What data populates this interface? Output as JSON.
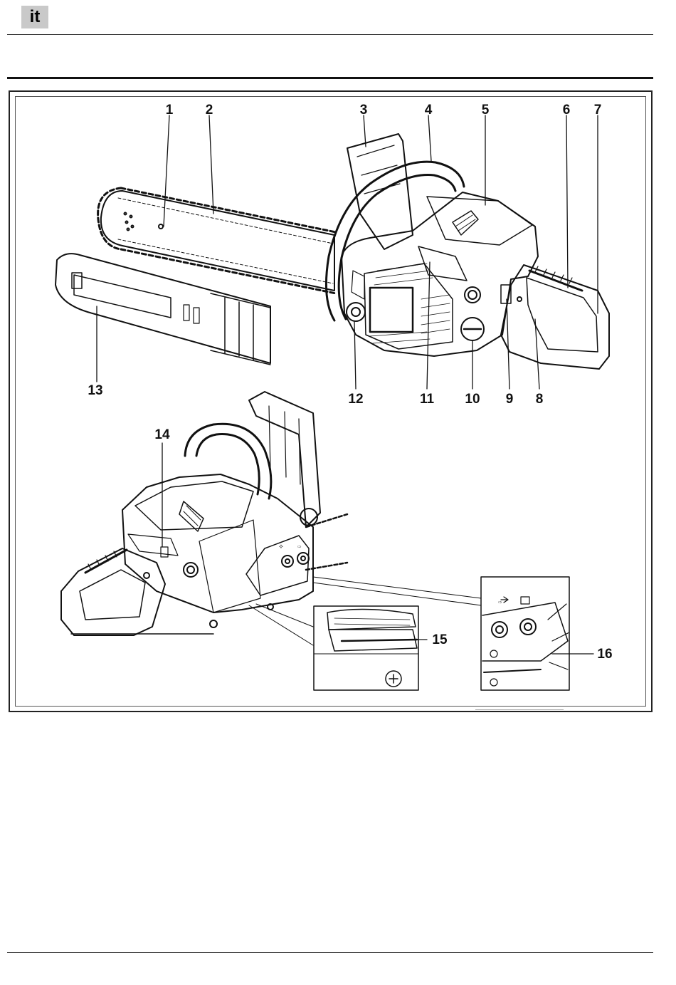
{
  "header": {
    "language_code": "it"
  },
  "figure": {
    "callouts": [
      "1",
      "2",
      "3",
      "4",
      "5",
      "6",
      "7",
      "8",
      "9",
      "10",
      "11",
      "12",
      "13",
      "14",
      "15",
      "16"
    ]
  }
}
